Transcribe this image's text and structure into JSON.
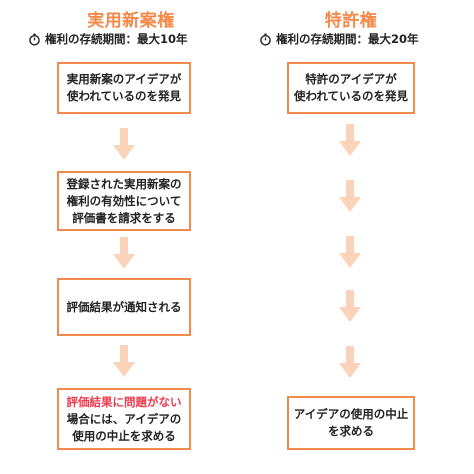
{
  "left": {
    "title": "実用新案権",
    "period": "権利の存続期間：最大10年",
    "steps": [
      {
        "line1": "実用新案のアイデアが",
        "line2": "使われているのを発見"
      },
      {
        "line1": "登録された実用新案の",
        "line2": "権利の有効性について",
        "line3": "評価書を請求をする"
      },
      {
        "line1": "評価結果が通知される"
      },
      {
        "line1": "評価結果に問題がない",
        "line2": "場合には、アイデアの",
        "line3": "使用の中止を求める"
      }
    ]
  },
  "right": {
    "title": "特許権",
    "period": "権利の存続期間：最大20年",
    "steps": [
      {
        "line1": "特許のアイデアが",
        "line2": "使われているのを発見"
      },
      {
        "line1": "アイデアの使用の中止",
        "line2": "を求める"
      }
    ]
  },
  "colors": {
    "accent": "#f5894a",
    "box_border": "#f28a4c",
    "arrow_fill": "#fbd2ba",
    "highlight_text": "#ee3b4e"
  },
  "icons": [
    "stopwatch-icon",
    "down-arrow-icon"
  ]
}
